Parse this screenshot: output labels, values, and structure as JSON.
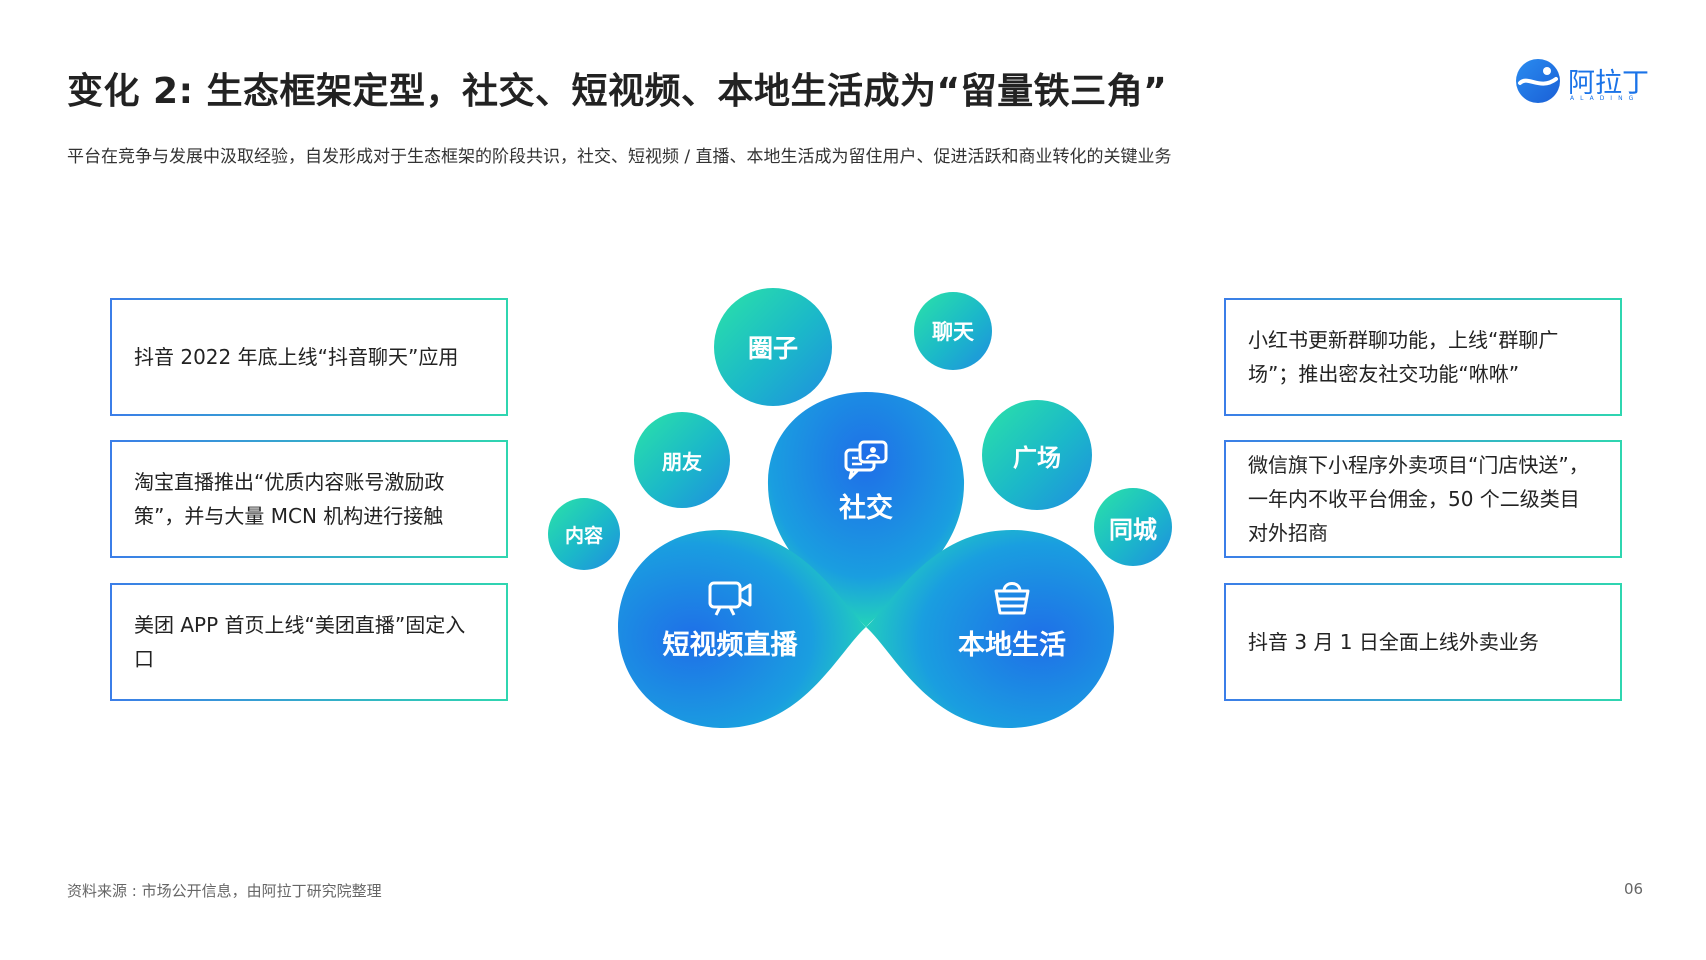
{
  "header": {
    "title": "变化 2: 生态框架定型，社交、短视频、本地生活成为“留量铁三角”",
    "subtitle": "平台在竞争与发展中汲取经验，自发形成对于生态框架的阶段共识，社交、短视频 / 直播、本地生活成为留住用户、促进活跃和商业转化的关键业务"
  },
  "logo": {
    "text": "阿拉丁",
    "sub": "ALADING",
    "icon": "aladdin-logo-icon"
  },
  "left_boxes": [
    {
      "text": "抖音 2022 年底上线“抖音聊天”应用"
    },
    {
      "text": "淘宝直播推出“优质内容账号激励政策”，并与大量 MCN 机构进行接触"
    },
    {
      "text": "美团 APP 首页上线“美团直播”固定入口"
    }
  ],
  "right_boxes": [
    {
      "text": "小红书更新群聊功能，上线“群聊广场”；推出密友社交功能“咻咻”"
    },
    {
      "text": "微信旗下小程序外卖项目“门店快送”，一年内不收平台佣金，50 个二级类目对外招商"
    },
    {
      "text": "抖音 3 月 1 日全面上线外卖业务"
    }
  ],
  "diagram": {
    "main": [
      {
        "label": "社交",
        "icon": "chat-bubbles-icon"
      },
      {
        "label": "短视频直播",
        "icon": "video-camera-icon"
      },
      {
        "label": "本地生活",
        "icon": "shopping-basket-icon"
      }
    ],
    "small": [
      {
        "label": "圈子"
      },
      {
        "label": "聊天"
      },
      {
        "label": "朋友"
      },
      {
        "label": "广场"
      },
      {
        "label": "内容"
      },
      {
        "label": "同城"
      }
    ]
  },
  "colors": {
    "accent_blue": "#1a73e8",
    "accent_green": "#2be3a7",
    "droplet_blue": "#1f6fe8"
  },
  "footer": {
    "source": "资料来源 : 市场公开信息，由阿拉丁研究院整理",
    "page": "06"
  }
}
